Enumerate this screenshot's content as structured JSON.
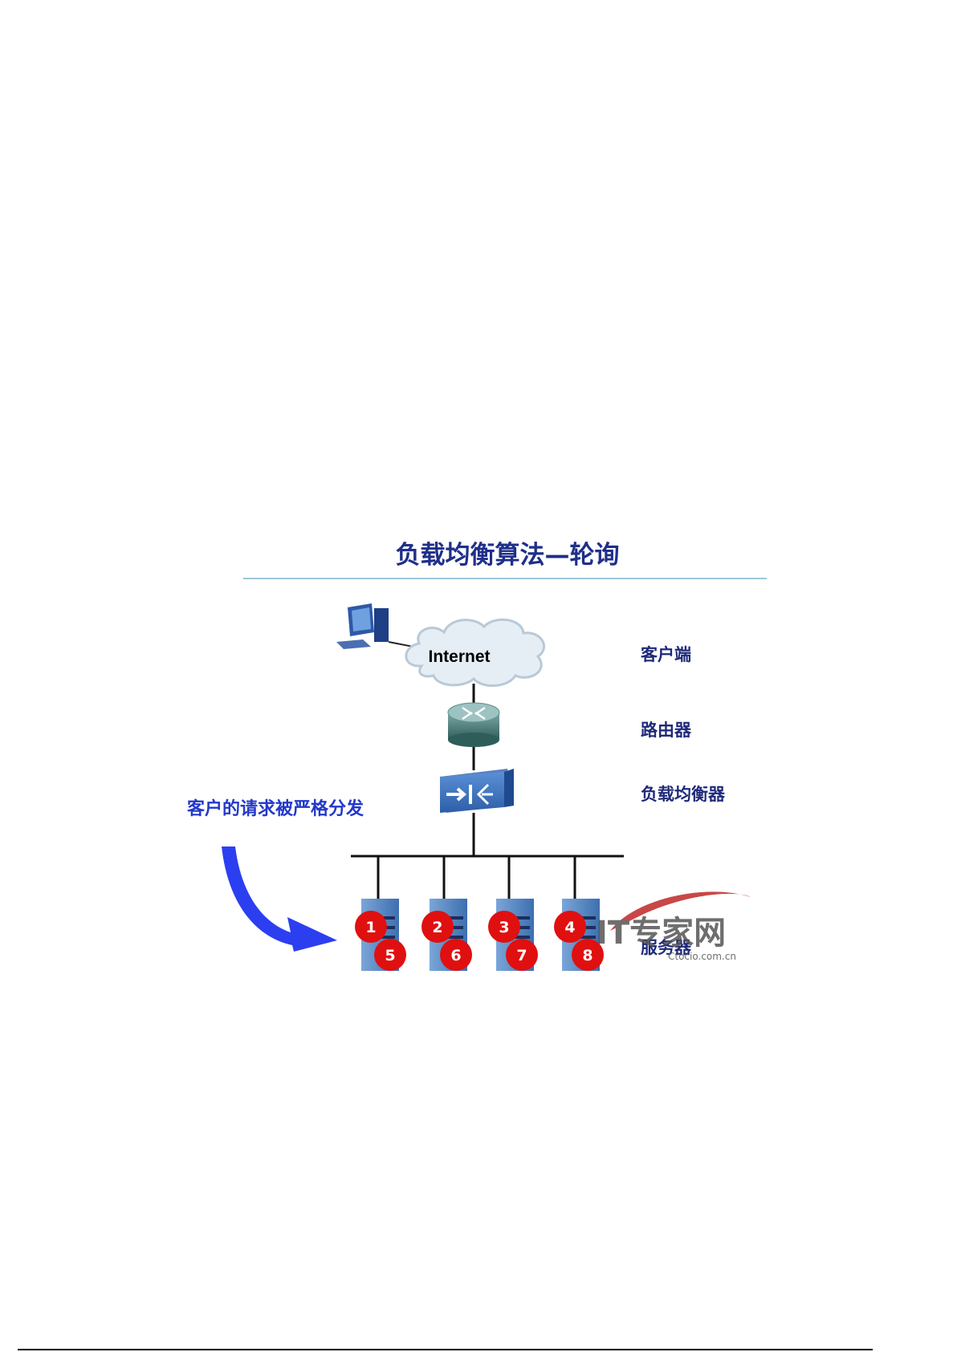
{
  "title": "负载均衡算法—轮询",
  "cloud_label": "Internet",
  "labels": {
    "client": "客户端",
    "router": "路由器",
    "load_balancer": "负载均衡器",
    "server": "服务器"
  },
  "annotation": "客户的请求被严格分发",
  "servers": [
    {
      "first": "1",
      "second": "5"
    },
    {
      "first": "2",
      "second": "6"
    },
    {
      "first": "3",
      "second": "7"
    },
    {
      "first": "4",
      "second": "8"
    }
  ],
  "watermark": {
    "text": "IT专家网",
    "subtext": "Ctocio.com.cn"
  },
  "colors": {
    "title": "#1f2f8a",
    "label": "#1f2a7a",
    "annotation": "#2338c9",
    "arrow": "#2b3ff0",
    "badge": "#e01010",
    "server": "#5b8fc9",
    "watermark": "#c02828"
  },
  "icons": [
    "computer-icon",
    "cloud-icon",
    "router-icon",
    "load-balancer-icon",
    "server-icon",
    "curved-arrow-icon"
  ]
}
